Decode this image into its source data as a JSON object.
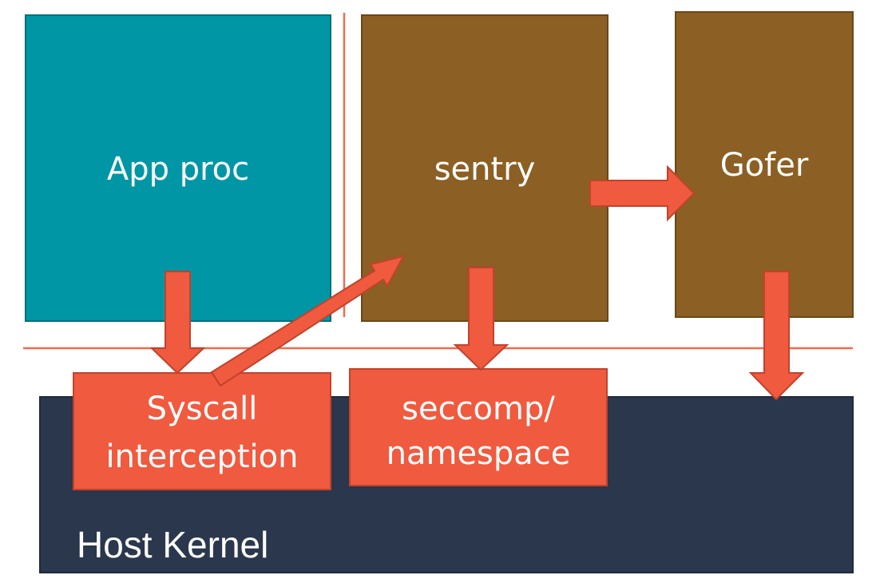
{
  "diagram": {
    "title": "gVisor architecture",
    "colors": {
      "app_proc": "#0096A6",
      "sentry": "#8C5F24",
      "gofer": "#8C5F24",
      "host_kernel": "#2A374D",
      "highlight_box": "#F05A3F",
      "arrow": "#F05A3F",
      "boundary_line": "#F26A4E"
    },
    "nodes": {
      "app_proc": {
        "label": "App proc"
      },
      "sentry": {
        "label": "sentry"
      },
      "gofer": {
        "label": "Gofer"
      },
      "host_kernel": {
        "label": "Host Kernel"
      },
      "syscall_interception": {
        "line1": "Syscall",
        "line2": "interception"
      },
      "seccomp_namespace": {
        "line1": "seccomp/",
        "line2": "namespace"
      }
    },
    "edges": [
      {
        "from": "App proc",
        "to": "Syscall interception",
        "direction": "down"
      },
      {
        "from": "Syscall interception",
        "to": "sentry",
        "direction": "diagonal-up"
      },
      {
        "from": "sentry",
        "to": "seccomp/namespace",
        "direction": "down"
      },
      {
        "from": "sentry",
        "to": "Gofer",
        "direction": "right"
      },
      {
        "from": "Gofer",
        "to": "Host Kernel",
        "direction": "down"
      }
    ],
    "boundaries": [
      {
        "name": "user-sandbox-separator",
        "orientation": "vertical"
      },
      {
        "name": "kernel-separator",
        "orientation": "horizontal"
      }
    ]
  }
}
